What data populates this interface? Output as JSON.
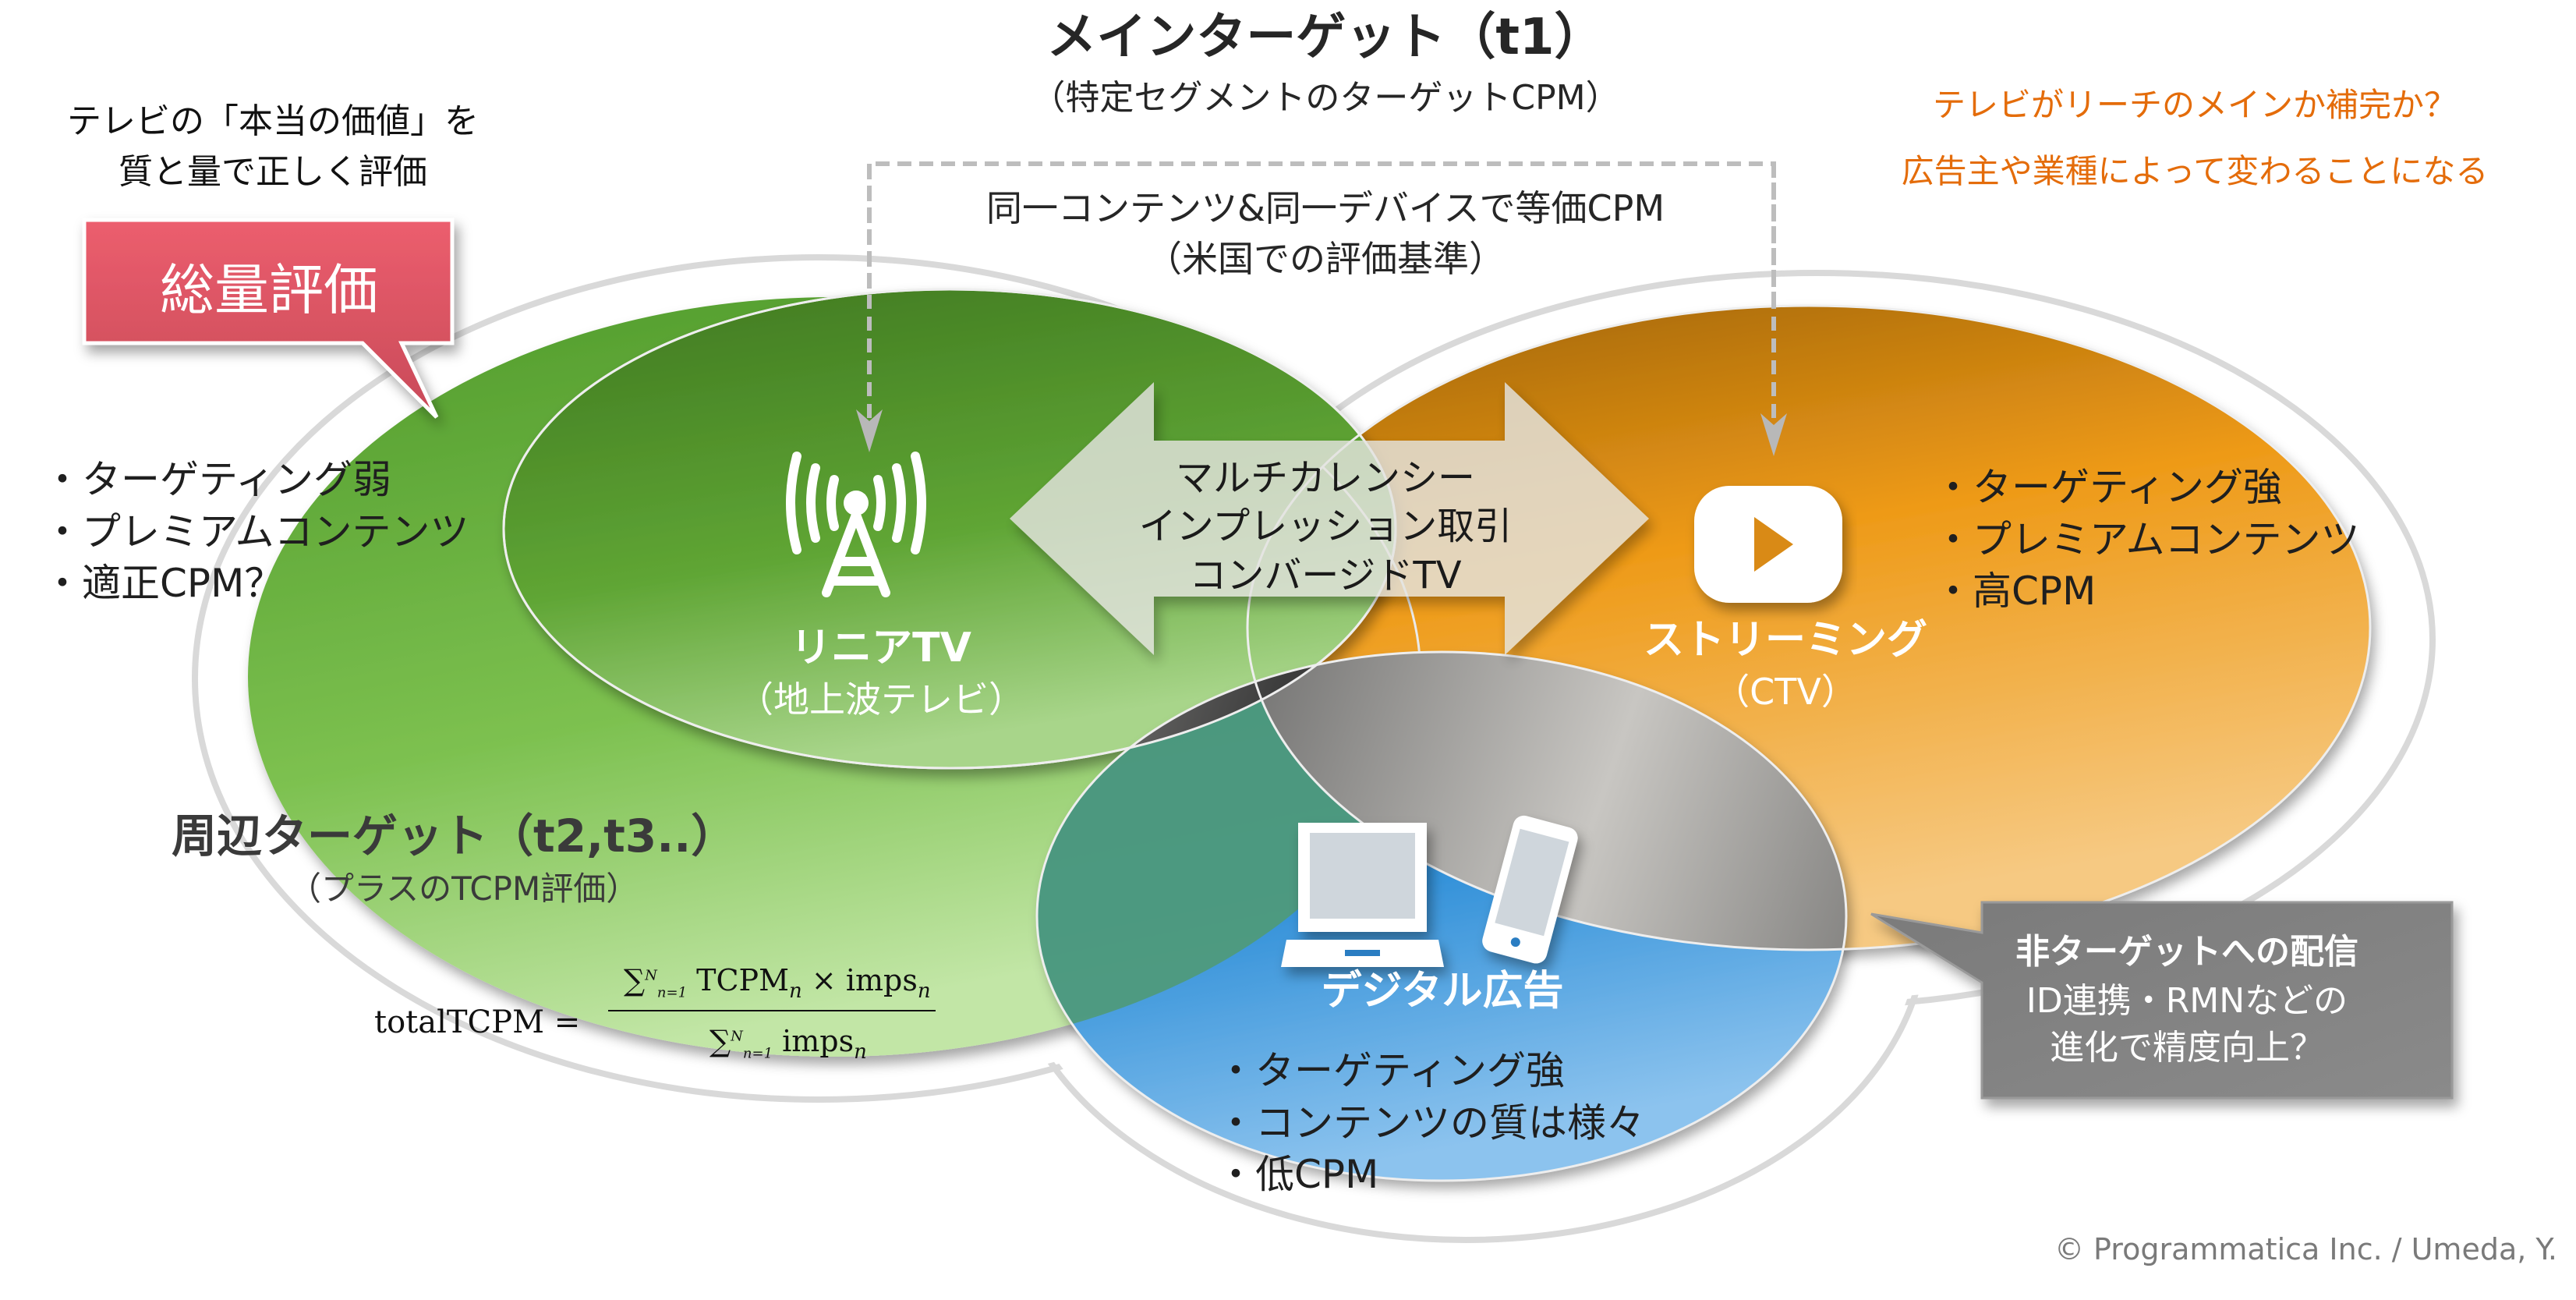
{
  "header": {
    "title": "メインターゲット（t1）",
    "subtitle": "（特定セグメントのターゲットCPM）"
  },
  "dashed_box": {
    "line1": "同一コンテンツ&同一デバイスで等価CPM",
    "line2": "（米国での評価基準）"
  },
  "lead": {
    "line1": "テレビの「本当の価値」を",
    "line2": "質と量で正しく評価"
  },
  "orange_note": {
    "line1": "テレビがリーチのメインか補完か？",
    "line2": "広告主や業種によって変わることになる",
    "color": "#e46c0a"
  },
  "callout_red": {
    "label": "総量評価",
    "color": "#d9505f"
  },
  "linear_tv": {
    "name": "リニアTV",
    "sub": "（地上波テレビ）",
    "icon": "broadcast-tower-icon",
    "bullets": [
      "・ターゲティング弱",
      "・プレミアムコンテンツ",
      "・適正CPM？"
    ],
    "color": "#5a9e32"
  },
  "streaming": {
    "name": "ストリーミング",
    "sub": "（CTV）",
    "icon": "play-button-icon",
    "bullets": [
      "・ターゲティング強",
      "・プレミアムコンテンツ",
      "・高CPM"
    ],
    "color": "#e8961a"
  },
  "digital": {
    "name": "デジタル広告",
    "icon": "computer-and-smartphone-icon",
    "bullets": [
      "・ターゲティング強",
      "・コンテンツの質は様々",
      "・低CPM"
    ],
    "color": "#2f8fd8"
  },
  "center_arrow": {
    "lines": [
      "マルチカレンシー",
      "インプレッション取引",
      "コンバージドTV"
    ]
  },
  "peripheral": {
    "title": "周辺ターゲット（t2,t3..）",
    "sub": "（プラスのTCPM評価）"
  },
  "formula": {
    "lhs": "totalTCPM =",
    "numerator_term1": "TCPM",
    "times": "×",
    "numerator_term2": "imps",
    "denominator_term": "imps",
    "sum_symbol": "∑",
    "sum_upper": "N",
    "sum_lower": "n=1",
    "index": "n"
  },
  "gray_callout": {
    "title": "非ターゲットへの配信",
    "line1": "ID連携・RMNなどの",
    "line2": "進化で精度向上？"
  },
  "footer": {
    "copyright": "© Programmatica Inc. / Umeda, Y."
  }
}
